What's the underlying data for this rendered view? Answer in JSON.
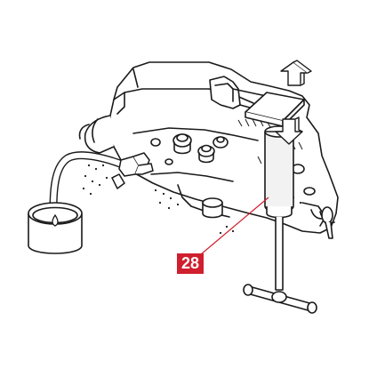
{
  "diagram": {
    "step_number": "28",
    "colors": {
      "outline": "#1a1a1a",
      "fill": "#ffffff",
      "leader_line": "#d01f2e",
      "badge_background": "#d01f2e",
      "badge_text": "#ffffff",
      "tool_fill": "#f2f2f2"
    },
    "arrows": {
      "upper": "up",
      "lower": "down"
    },
    "components": [
      "brake-caliper",
      "bleed-hose",
      "fluid-container",
      "fluid-drop",
      "piston-retraction-tool",
      "t-handle",
      "direction-arrow-up",
      "direction-arrow-down",
      "step-leader-line"
    ]
  }
}
